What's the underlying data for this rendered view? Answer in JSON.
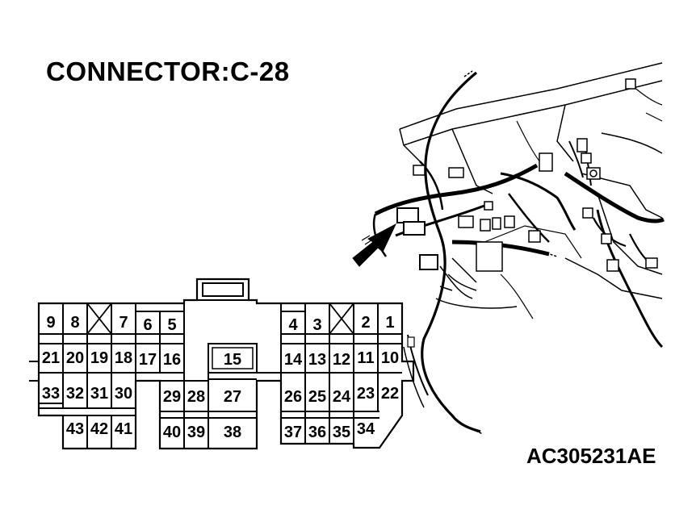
{
  "title": "CONNECTOR:C-28",
  "figure_id": "AC305231AE",
  "pins": {
    "r1": [
      "9",
      "8",
      "7",
      "6",
      "5",
      "4",
      "3",
      "2",
      "1"
    ],
    "r2": [
      "21",
      "20",
      "19",
      "18",
      "17",
      "16",
      "15",
      "14",
      "13",
      "12",
      "11",
      "10"
    ],
    "r3": [
      "33",
      "32",
      "31",
      "30",
      "29",
      "28",
      "27",
      "26",
      "25",
      "24",
      "23",
      "22"
    ],
    "r4": [
      "43",
      "42",
      "41",
      "40",
      "39",
      "38",
      "37",
      "36",
      "35",
      "34"
    ]
  }
}
